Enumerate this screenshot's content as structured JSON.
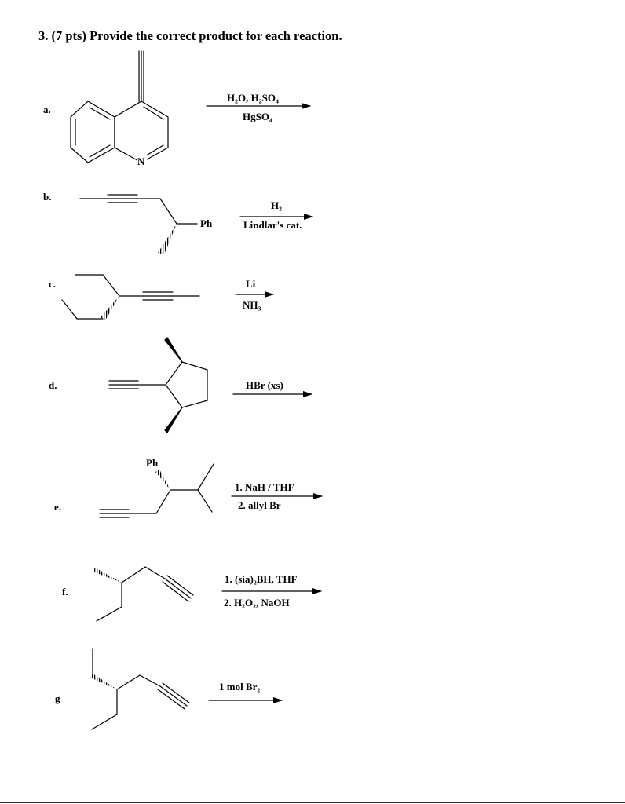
{
  "question": {
    "title": "3. (7 pts) Provide the correct product for each reaction."
  },
  "reactions": [
    {
      "label": "a.",
      "atom_labels": [
        "N"
      ],
      "reagents": [
        "H₂O, H₂SO₄",
        "HgSO₄"
      ]
    },
    {
      "label": "b.",
      "atom_labels": [
        "Ph"
      ],
      "reagents": [
        "H₂",
        "Lindlar's cat."
      ]
    },
    {
      "label": "c.",
      "atom_labels": [],
      "reagents": [
        "Li",
        "NH₃"
      ]
    },
    {
      "label": "d.",
      "atom_labels": [],
      "reagents": [
        "HBr (xs)"
      ]
    },
    {
      "label": "e.",
      "atom_labels": [
        "Ph"
      ],
      "reagents": [
        "1. NaH / THF",
        "2. allyl Br"
      ]
    },
    {
      "label": "f.",
      "atom_labels": [],
      "reagents": [
        "1. (sia)₂BH, THF",
        "2. H₂O₂, NaOH"
      ]
    },
    {
      "label": "g",
      "atom_labels": [],
      "reagents": [
        "1 mol Br₂"
      ]
    }
  ]
}
